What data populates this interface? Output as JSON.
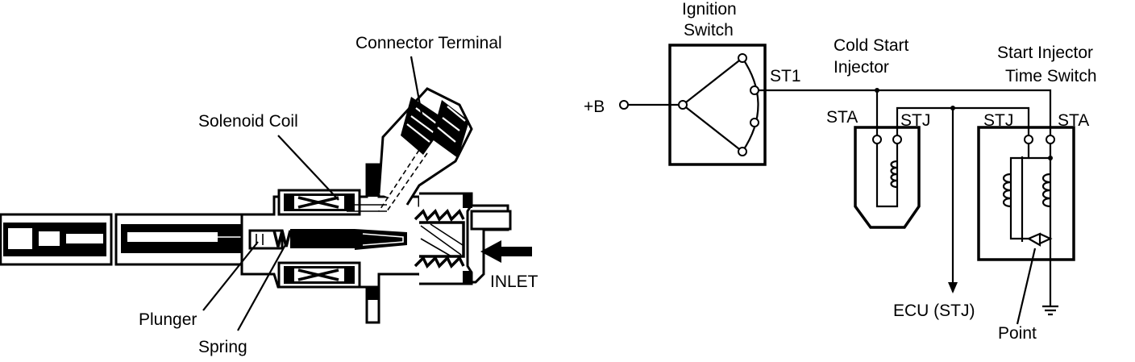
{
  "injector": {
    "connector_terminal": "Connector Terminal",
    "solenoid_coil": "Solenoid Coil",
    "plunger": "Plunger",
    "spring": "Spring",
    "inlet": "INLET"
  },
  "circuit": {
    "ignition_switch_line1": "Ignition",
    "ignition_switch_line2": "Switch",
    "plus_b": "+B",
    "st1": "ST1",
    "cold_start_line1": "Cold Start",
    "cold_start_line2": "Injector",
    "time_switch_line1": "Start Injector",
    "time_switch_line2": "Time Switch",
    "sta_left": "STA",
    "stj_left": "STJ",
    "stj_right": "STJ",
    "sta_right": "STA",
    "ecu": "ECU (STJ)",
    "point": "Point"
  }
}
